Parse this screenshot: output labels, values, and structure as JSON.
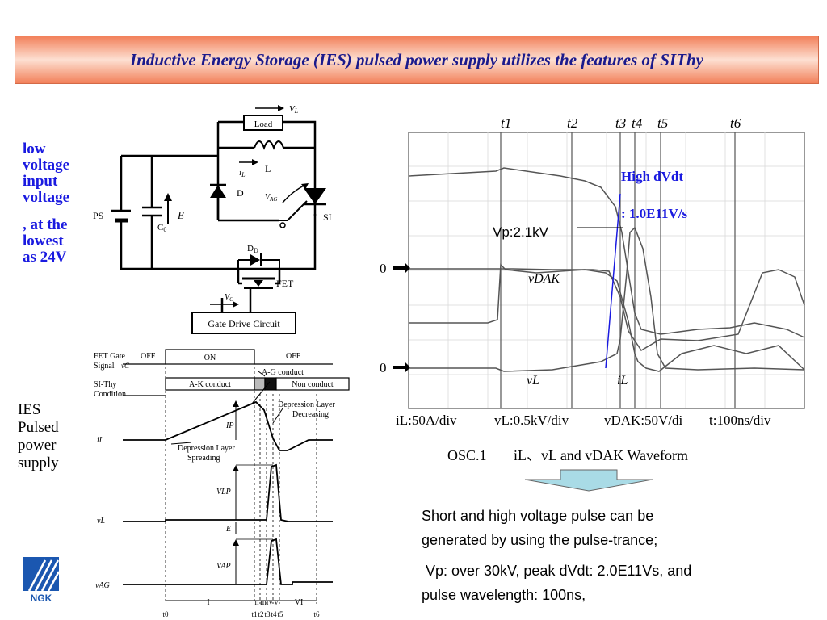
{
  "title": "Inductive Energy Storage (IES) pulsed power supply utilizes the features of SIThy",
  "left_note": {
    "line1": "low",
    "line2": "voltage",
    "line3": "input",
    "line4": "voltage",
    "line5": ", at the",
    "line6": "lowest",
    "line7": "as 24V"
  },
  "ies_note": {
    "line1": "IES",
    "line2": "Pulsed",
    "line3": "power",
    "line4": "supply"
  },
  "circuit": {
    "load": "Load",
    "vl": "V",
    "vl_sub": "L",
    "il": "i",
    "il_sub": "L",
    "inductor": "L",
    "diode": "D",
    "vag": "V",
    "vag_sub": "AG",
    "si": "SI",
    "ps": "PS",
    "c0": "C",
    "c0_sub": "0",
    "e": "E",
    "dd": "D",
    "dd_sub": "D",
    "fet": "FET",
    "vc": "V",
    "vc_sub": "C",
    "gate_drive": "Gate Drive Circuit"
  },
  "timing": {
    "fet_gate": "FET Gate",
    "signal": "Signal",
    "vc_label": "vC",
    "off1": "OFF",
    "on": "ON",
    "off2": "OFF",
    "sithy": "SI-Thy",
    "condition": "Condition",
    "ag_conduct": "A-G conduct",
    "ak_conduct": "A-K conduct",
    "non_conduct": "Non conduct",
    "dep_dec1": "Depression Layer",
    "dep_dec2": "Decreasing",
    "dep_spr1": "Depression Layer",
    "dep_spr2": "Spreading",
    "il": "iL",
    "ip": "IP",
    "vl": "vL",
    "vlp": "VLP",
    "e": "E",
    "vag": "vAG",
    "vap": "VAP",
    "regions": [
      "I",
      "II",
      "III",
      "IV",
      "V",
      "VI"
    ],
    "t_labels": [
      "t0",
      "t1",
      "t2",
      "t3",
      "t4",
      "t5",
      "t6"
    ]
  },
  "osc": {
    "t_labels": [
      "t1",
      "t2",
      "t3",
      "t4",
      "t5",
      "t6"
    ],
    "high_dvdt": "High dVdt",
    "dvdt_value": ": 1.0E11V/s",
    "vp": "Vp:2.1kV",
    "vdak": "vDAK",
    "vl": "vL",
    "il": "iL",
    "zero1": "0",
    "zero2": "0",
    "scale": {
      "il": "iL:50A/div",
      "vl": "vL:0.5kV/div",
      "vdak": "vDAK:50V/di",
      "t": "t:100ns/div"
    },
    "caption_osc": "OSC.1",
    "caption_rest": "iL、vL and vDAK Waveform"
  },
  "bottom_text": {
    "p1_line1": "Short and high voltage pulse can be",
    "p1_line2": "generated by using the pulse-trance;",
    "p2_line1": " Vp: over 30kV, peak dVdt: 2.0E11Vs, and",
    "p2_line2": "pulse wavelength: 100ns,"
  },
  "logo": "NGK",
  "colors": {
    "banner": "#f2805a",
    "title": "#1b1a8c",
    "blue_note": "#1a1ae0",
    "arrow_box": "#a9dbe6"
  }
}
